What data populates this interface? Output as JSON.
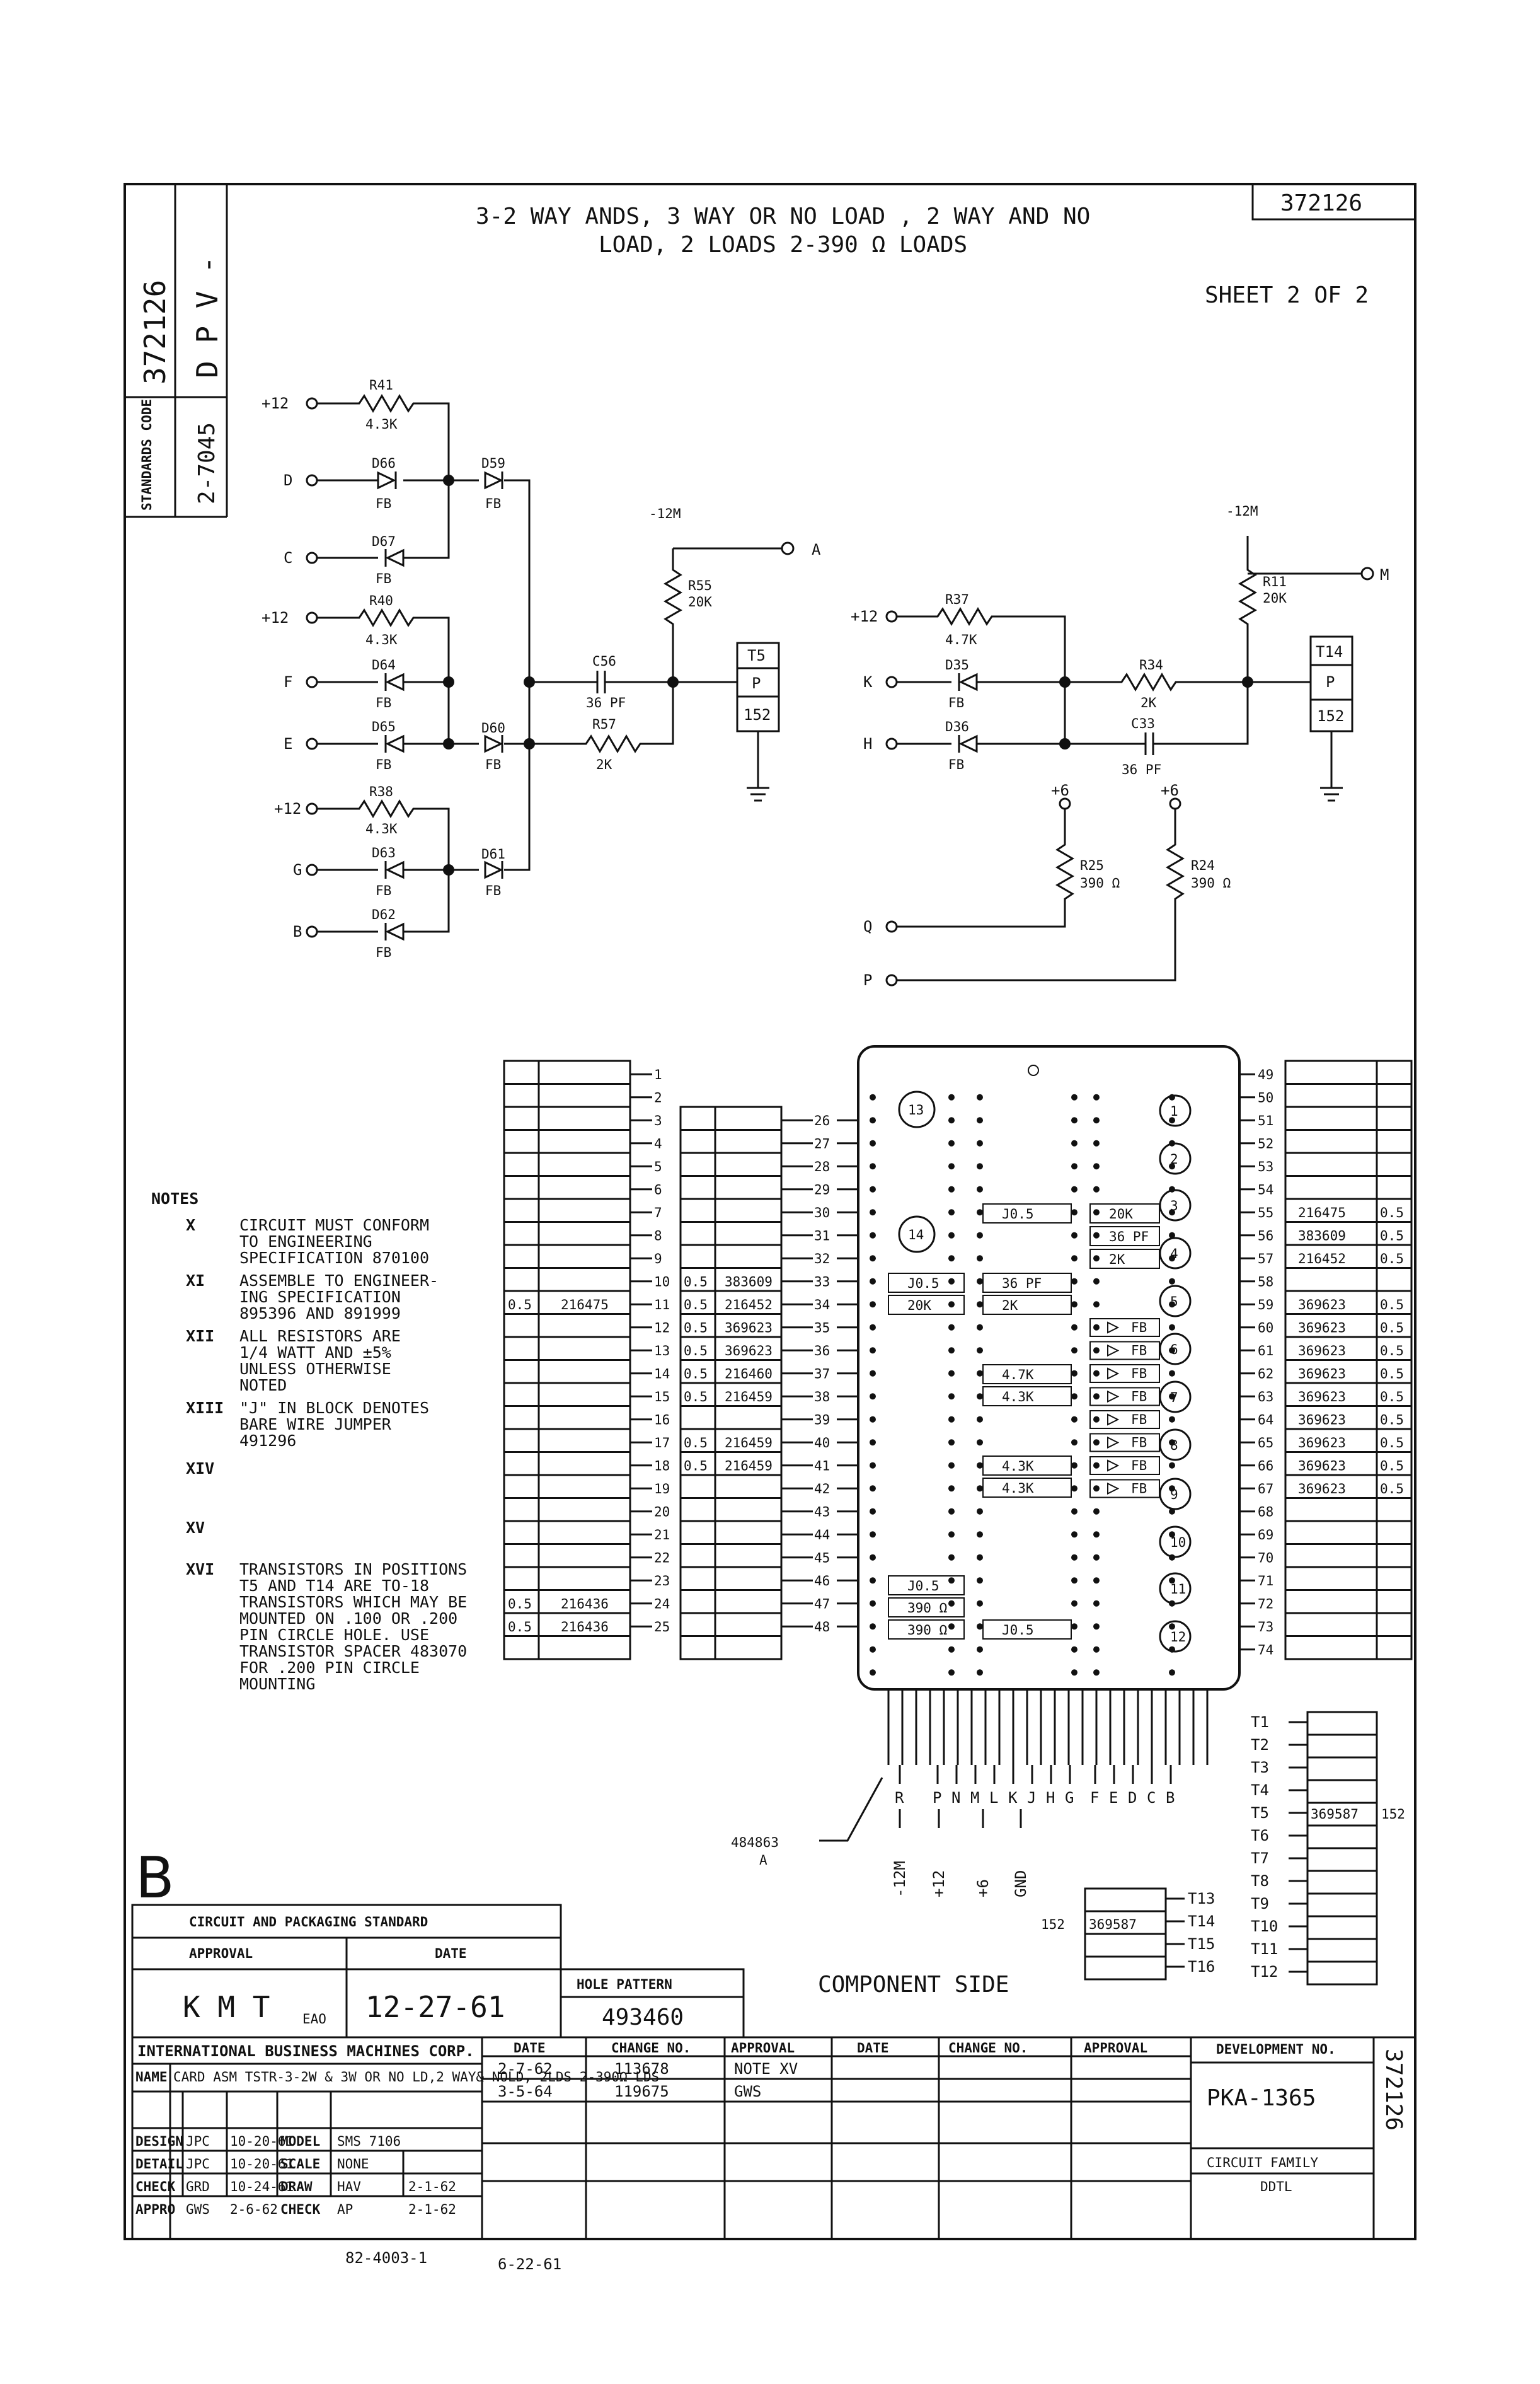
{
  "title": {
    "line1": "3-2 WAY ANDS, 3 WAY OR NO LOAD , 2 WAY AND NO",
    "line2": "LOAD, 2 LOADS 2-390 Ω LOADS",
    "drawing_number": "372126",
    "sheet": "SHEET 2 OF 2"
  },
  "left_strip": {
    "number": "372126",
    "code": "D P V -",
    "standards_label": "STANDARDS CODE",
    "standards_code": "2-7045"
  },
  "schematic": {
    "inputs": [
      "+12",
      "D",
      "C",
      "+12",
      "F",
      "E",
      "+12",
      "G",
      "B"
    ],
    "components": [
      {
        "ref": "R41",
        "value": "4.3K"
      },
      {
        "ref": "D66",
        "value": "FB"
      },
      {
        "ref": "D59",
        "value": "FB"
      },
      {
        "ref": "D67",
        "value": "FB"
      },
      {
        "ref": "R40",
        "value": "4.3K"
      },
      {
        "ref": "D64",
        "value": "FB"
      },
      {
        "ref": "D65",
        "value": "FB"
      },
      {
        "ref": "D60",
        "value": "FB"
      },
      {
        "ref": "R38",
        "value": "4.3K"
      },
      {
        "ref": "D63",
        "value": "FB"
      },
      {
        "ref": "D61",
        "value": "FB"
      },
      {
        "ref": "D62",
        "value": "FB"
      },
      {
        "ref": "C56",
        "value": "36 PF"
      },
      {
        "ref": "R57",
        "value": "2K"
      },
      {
        "ref": "R55",
        "value": "20K"
      },
      {
        "ref": "T5",
        "value": "P"
      },
      {
        "ref": "R37",
        "value": "4.7K"
      },
      {
        "ref": "D35",
        "value": "FB"
      },
      {
        "ref": "D36",
        "value": "FB"
      },
      {
        "ref": "R34",
        "value": "2K"
      },
      {
        "ref": "C33",
        "value": "36 PF"
      },
      {
        "ref": "R11",
        "value": "20K"
      },
      {
        "ref": "T14",
        "value": "P"
      },
      {
        "ref": "R25",
        "value": "390 Ω"
      },
      {
        "ref": "R24",
        "value": "390 Ω"
      }
    ],
    "nodes": {
      "minus12m": "-12M",
      "out_a": "A",
      "out_m": "M",
      "plus6": "+6",
      "k": "K",
      "h": "H",
      "q": "Q",
      "p": "P",
      "plus12": "+12",
      "t5_num": "152",
      "t14_num": "152"
    }
  },
  "notes": {
    "heading": "NOTES",
    "items": [
      {
        "num": "X",
        "lines": [
          "CIRCUIT MUST CONFORM",
          "TO ENGINEERING",
          "SPECIFICATION 870100"
        ]
      },
      {
        "num": "XI",
        "lines": [
          "ASSEMBLE TO ENGINEER-",
          "ING SPECIFICATION",
          "895396 AND 891999"
        ]
      },
      {
        "num": "XII",
        "lines": [
          "ALL RESISTORS ARE",
          "1/4 WATT AND ±5%",
          "UNLESS OTHERWISE",
          "NOTED"
        ]
      },
      {
        "num": "XIII",
        "lines": [
          "\"J\" IN BLOCK DENOTES",
          "BARE WIRE JUMPER",
          "491296"
        ]
      },
      {
        "num": "XIV",
        "lines": []
      },
      {
        "num": "XV",
        "lines": []
      },
      {
        "num": "XVI",
        "lines": [
          "TRANSISTORS IN POSITIONS",
          "T5 AND T14 ARE TO-18",
          "TRANSISTORS WHICH MAY BE",
          "MOUNTED ON .100 OR .200",
          "PIN CIRCLE HOLE. USE",
          "TRANSISTOR SPACER 483070",
          "FOR .200 PIN CIRCLE",
          "MOUNTING"
        ]
      }
    ]
  },
  "layout_table": {
    "left_rows": [
      {
        "pin": "10",
        "val": "0.5",
        "part": "383609"
      },
      {
        "pin": "11",
        "val": "0.5",
        "part": "216452"
      },
      {
        "pin": "12",
        "val": "0.5",
        "part": "369623"
      },
      {
        "pin": "13",
        "val": "0.5",
        "part": "369623"
      },
      {
        "pin": "14",
        "val": "0.5",
        "part": "216460"
      },
      {
        "pin": "15",
        "val": "0.5",
        "part": "216459"
      },
      {
        "pin": "17",
        "val": "0.5",
        "part": "216459"
      },
      {
        "pin": "18",
        "val": "0.5",
        "part": "216459"
      }
    ],
    "far_left_rows": [
      {
        "val": "0.5",
        "part": "216475"
      },
      {
        "val": "0.5",
        "part": "216436"
      },
      {
        "val": "0.5",
        "part": "216436"
      }
    ],
    "right_rows": [
      {
        "pin": "55",
        "part": "216475",
        "val": "0.5"
      },
      {
        "pin": "56",
        "part": "383609",
        "val": "0.5"
      },
      {
        "pin": "57",
        "part": "216452",
        "val": "0.5"
      },
      {
        "pin": "59",
        "part": "369623",
        "val": "0.5"
      },
      {
        "pin": "60",
        "part": "369623",
        "val": "0.5"
      },
      {
        "pin": "61",
        "part": "369623",
        "val": "0.5"
      },
      {
        "pin": "62",
        "part": "369623",
        "val": "0.5"
      },
      {
        "pin": "63",
        "part": "369623",
        "val": "0.5"
      },
      {
        "pin": "64",
        "part": "369623",
        "val": "0.5"
      },
      {
        "pin": "65",
        "part": "369623",
        "val": "0.5"
      },
      {
        "pin": "66",
        "part": "369623",
        "val": "0.5"
      },
      {
        "pin": "67",
        "part": "369623",
        "val": "0.5"
      }
    ],
    "card_labels": [
      "J0.5",
      "20K",
      "36 PF",
      "2K",
      "J0.5",
      "36 PF",
      "20K",
      "2K",
      "FB",
      "4.7K",
      "4.3K",
      "4.3K",
      "4.3K",
      "J0.5",
      "390 Ω",
      "390 Ω",
      "J0.5"
    ],
    "connector_pins": [
      "R",
      "P",
      "N",
      "M",
      "L",
      "K",
      "J",
      "H",
      "G",
      "F",
      "E",
      "D",
      "C",
      "B"
    ],
    "supply_labels": [
      "-12M",
      "+12",
      "+6",
      "GND"
    ],
    "part_484863": "484863",
    "part_484863_sub": "A",
    "t_labels": [
      "T1",
      "T2",
      "T3",
      "T4",
      "T5",
      "T6",
      "T7",
      "T8",
      "T9",
      "T10",
      "T11",
      "T12",
      "T13",
      "T14",
      "T15",
      "T16"
    ],
    "t5_part": "369587",
    "t5_num": "152",
    "t14_part": "369587",
    "t14_num": "152",
    "component_side": "COMPONENT SIDE"
  },
  "title_block": {
    "letter": "B",
    "cps": "CIRCUIT AND PACKAGING STANDARD",
    "approval_label": "APPROVAL",
    "date_label": "DATE",
    "approver": "K M T",
    "approver_sub": "EAO",
    "approval_date": "12-27-61",
    "hole_pattern_label": "HOLE PATTERN",
    "hole_pattern": "493460",
    "company": "INTERNATIONAL BUSINESS MACHINES CORP.",
    "rev_headers": [
      "DATE",
      "CHANGE NO.",
      "APPROVAL",
      "DATE",
      "CHANGE NO.",
      "APPROVAL"
    ],
    "revisions": [
      {
        "date": "2-7-62",
        "change": "113678",
        "approval": "NOTE XV"
      },
      {
        "date": "3-5-64",
        "change": "119675",
        "approval": "GWS"
      }
    ],
    "name_label": "NAME",
    "name": "CARD ASM TSTR-3-2W & 3W OR NO LD,2 WAY& NOLD, 2LDS 2-390Ω LDS",
    "rows": [
      {
        "role": "DESIGN",
        "who": "JPC",
        "date": "10-20-61",
        "k": "MODEL",
        "v": "SMS 7106"
      },
      {
        "role": "DETAIL",
        "who": "JPC",
        "date": "10-20-61",
        "k": "SCALE",
        "v": "NONE"
      },
      {
        "role": "CHECK",
        "who": "GRD",
        "date": "10-24-61",
        "k": "DRAW",
        "v": "HAV",
        "d2": "2-1-62"
      },
      {
        "role": "APPRO",
        "who": "GWS",
        "date": "2-6-62",
        "k": "CHECK",
        "v": "AP",
        "d2": "2-1-62"
      }
    ],
    "dev_label": "DEVELOPMENT NO.",
    "dev_no": "PKA-1365",
    "side_number": "372126",
    "family_label": "CIRCUIT FAMILY",
    "family": "DDTL",
    "form_no": "82-4003-1",
    "form_date": "6-22-61"
  }
}
